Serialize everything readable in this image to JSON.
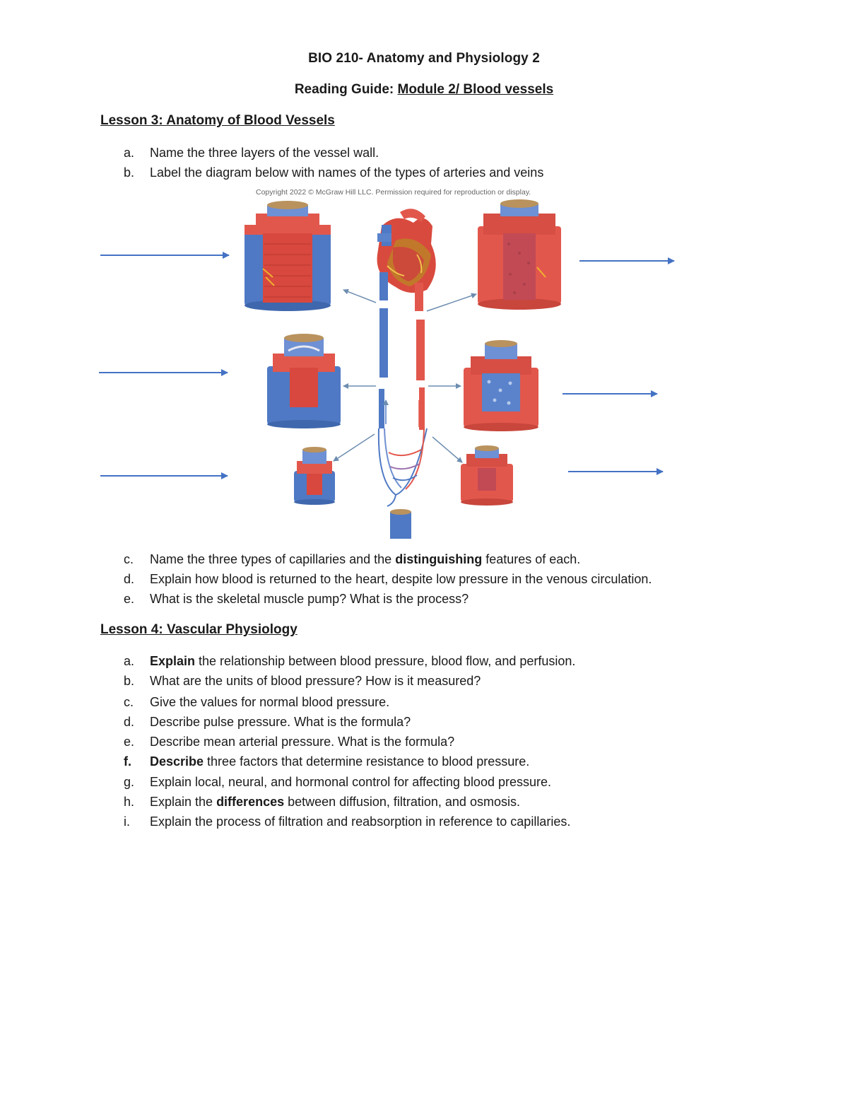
{
  "header": {
    "title": "BIO 210- Anatomy and Physiology 2",
    "subtitle_prefix": "Reading Guide: ",
    "subtitle_underlined": "Module 2/ Blood vessels"
  },
  "lesson3": {
    "heading": "Lesson 3: Anatomy of Blood Vessels",
    "items_before": [
      {
        "marker": "a.",
        "text": "Name the three layers of the vessel wall."
      },
      {
        "marker": "b.",
        "text": "Label the diagram below with names of the types of arteries and veins"
      }
    ],
    "figure": {
      "copyright": "Copyright 2022 © McGraw Hill LLC. Permission required for reproduction or display.",
      "colors": {
        "vein": "#4f79c4",
        "artery": "#e2574c",
        "lumen": "#b9925e",
        "arrow": "#4472c4"
      }
    },
    "items_after": [
      {
        "marker": "c.",
        "pre": "Name the three types of capillaries and the ",
        "bold": "distinguishing",
        "post": " features of each."
      },
      {
        "marker": "d.",
        "pre": "Explain how blood is returned to the heart, despite low pressure in the venous circulation.",
        "bold": "",
        "post": ""
      },
      {
        "marker": "e.",
        "pre": "What is the skeletal muscle pump? What is the process?",
        "bold": "",
        "post": ""
      }
    ]
  },
  "lesson4": {
    "heading": "Lesson 4: Vascular Physiology",
    "items": [
      {
        "marker": "a.",
        "pre": "",
        "bold": "Explain",
        "post": " the relationship between blood pressure, blood flow, and perfusion."
      },
      {
        "marker": "b.",
        "pre": "What are the units of blood pressure? How is it measured?",
        "bold": "",
        "post": ""
      },
      {
        "marker": "c.",
        "pre": "Give the values for normal blood pressure.",
        "bold": "",
        "post": ""
      },
      {
        "marker": "d.",
        "pre": "Describe pulse pressure. What is the formula?",
        "bold": "",
        "post": ""
      },
      {
        "marker": "e.",
        "pre": "Describe mean arterial pressure. What is the formula?",
        "bold": "",
        "post": ""
      },
      {
        "marker": "f.",
        "pre": "",
        "bold": "Describe",
        "post": " three factors that determine resistance to blood pressure."
      },
      {
        "marker": "g.",
        "pre": "Explain local, neural, and hormonal control for affecting blood pressure.",
        "bold": "",
        "post": ""
      },
      {
        "marker": "h.",
        "pre": "Explain the ",
        "bold": "differences",
        "post": " between diffusion, filtration, and osmosis."
      },
      {
        "marker": "i.",
        "pre": "Explain the process of filtration and reabsorption in reference to capillaries.",
        "bold": "",
        "post": ""
      }
    ]
  }
}
